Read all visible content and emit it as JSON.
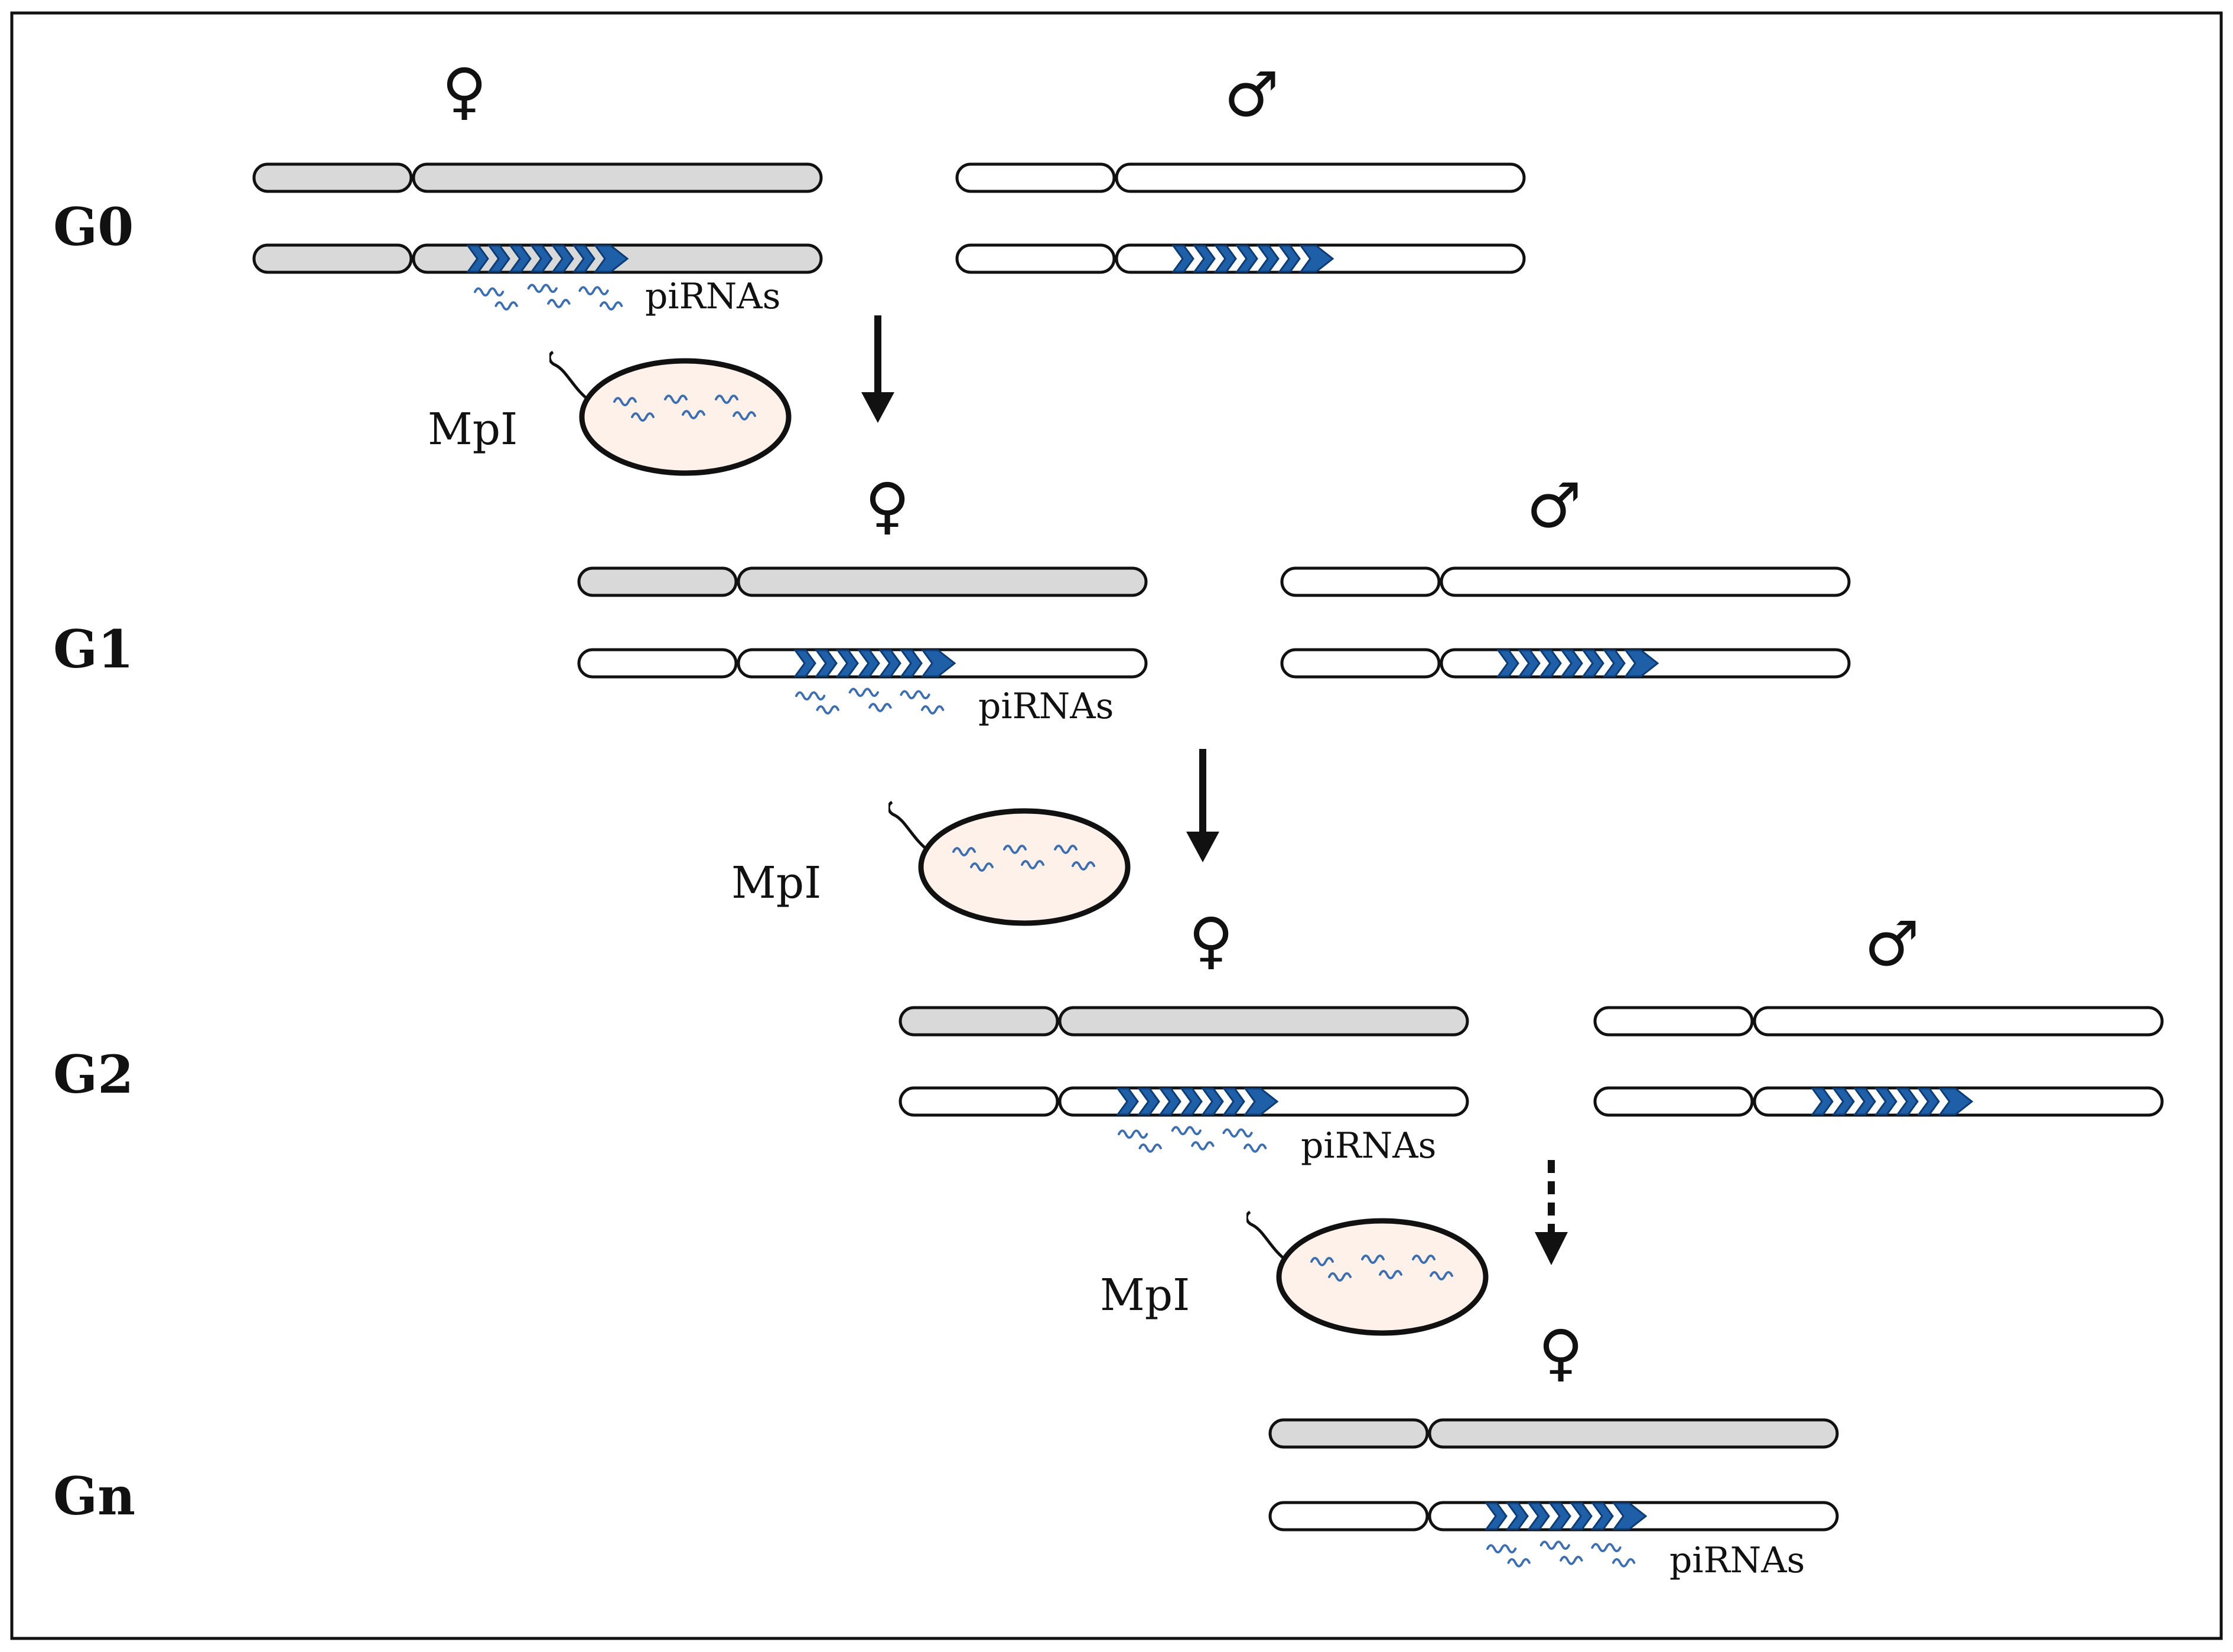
{
  "colors": {
    "maternal_chromosome": "#d9d9d9",
    "paternal_chromosome": "#ffffff",
    "piRNA_cluster": "#1f5fa8",
    "piRNA_squiggle": "#3d6fb0",
    "bacterium_fill": "#fdf1ea"
  },
  "icons": {
    "female": "♀",
    "male": "♂",
    "bacterium": "bacterium-icon",
    "cluster": "piRNA-cluster-arrows"
  },
  "generations": [
    {
      "label": "G0",
      "female_symbol": "♀",
      "male_symbol": "♂",
      "pirna_label": "piRNAs"
    },
    {
      "label": "G1",
      "female_symbol": "♀",
      "male_symbol": "♂",
      "pirna_label": "piRNAs"
    },
    {
      "label": "G2",
      "female_symbol": "♀",
      "male_symbol": "♂",
      "pirna_label": "piRNAs"
    },
    {
      "label": "Gn",
      "female_symbol": "♀",
      "pirna_label": "piRNAs"
    }
  ],
  "transmissions": [
    {
      "label": "MpI",
      "arrow": "solid"
    },
    {
      "label": "MpI",
      "arrow": "solid"
    },
    {
      "label": "MpI",
      "arrow": "dashed"
    }
  ]
}
